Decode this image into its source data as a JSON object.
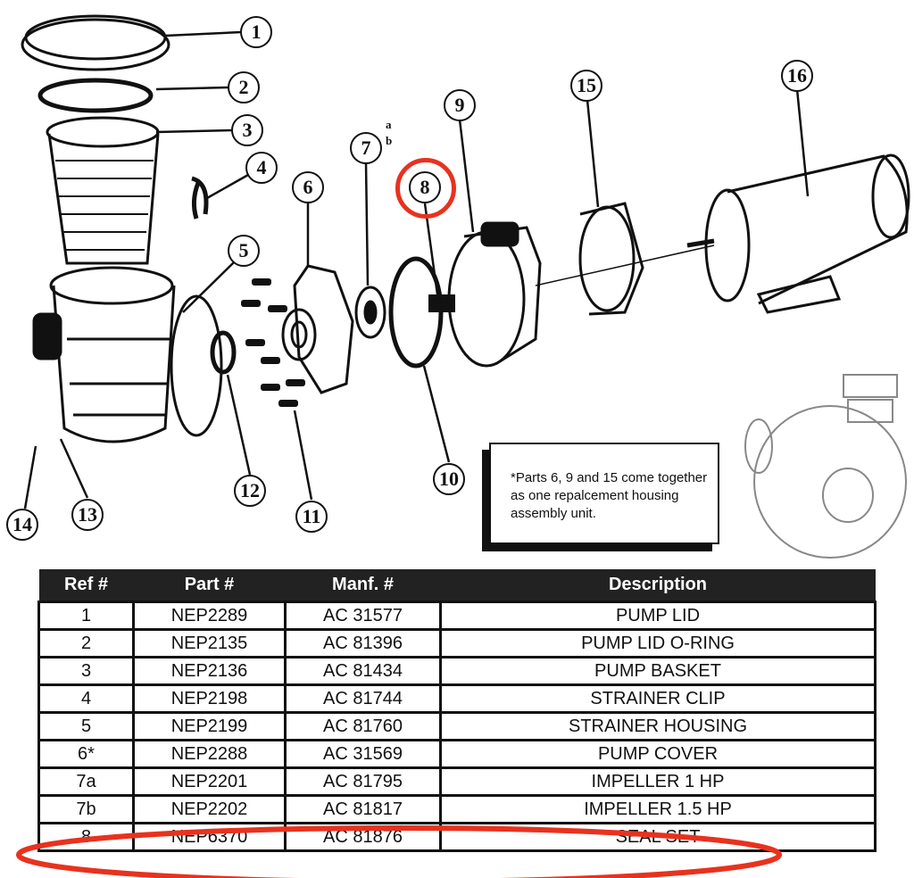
{
  "callouts": [
    "1",
    "2",
    "3",
    "4",
    "5",
    "6",
    "7",
    "8",
    "9",
    "10",
    "11",
    "12",
    "13",
    "14",
    "15",
    "16"
  ],
  "callout_7_subs": [
    "a",
    "b"
  ],
  "note": "*Parts 6, 9 and 15 come together as one repalcement housing assembly unit.",
  "highlight_color": "#e8321e",
  "table": {
    "headers": [
      "Ref #",
      "Part #",
      "Manf. #",
      "Description"
    ],
    "rows": [
      [
        "1",
        "NEP2289",
        "AC 31577",
        "PUMP LID"
      ],
      [
        "2",
        "NEP2135",
        "AC 81396",
        "PUMP LID O-RING"
      ],
      [
        "3",
        "NEP2136",
        "AC 81434",
        "PUMP BASKET"
      ],
      [
        "4",
        "NEP2198",
        "AC 81744",
        "STRAINER CLIP"
      ],
      [
        "5",
        "NEP2199",
        "AC 81760",
        "STRAINER HOUSING"
      ],
      [
        "6*",
        "NEP2288",
        "AC 31569",
        "PUMP COVER"
      ],
      [
        "7a",
        "NEP2201",
        "AC 81795",
        "IMPELLER 1 HP"
      ],
      [
        "7b",
        "NEP2202",
        "AC 81817",
        "IMPELLER 1.5 HP"
      ],
      [
        "8",
        "NEP6370",
        "AC 81876",
        "SEAL SET"
      ]
    ]
  }
}
